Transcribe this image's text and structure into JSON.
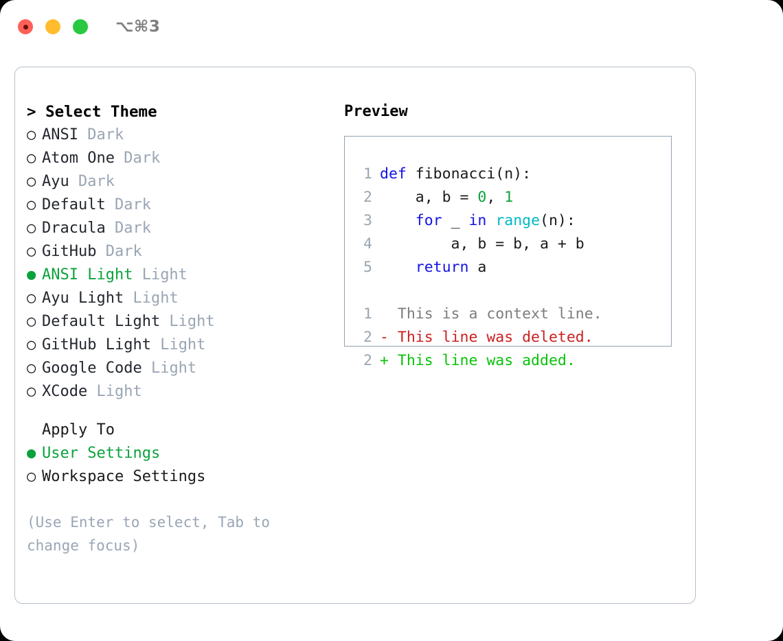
{
  "window": {
    "shortcut": "⌥⌘3",
    "traffic_lights": [
      {
        "name": "close",
        "color": "#ff6058"
      },
      {
        "name": "minimize",
        "color": "#ffbd2e"
      },
      {
        "name": "maximize",
        "color": "#28c840"
      }
    ]
  },
  "theme_panel": {
    "header": "> Select Theme",
    "selected_marker": "●",
    "unselected_marker": "○",
    "accent_color": "#0ba23c",
    "muted_color": "#9aa5b4",
    "items": [
      {
        "name": "ANSI",
        "kind": "Dark",
        "selected": false
      },
      {
        "name": "Atom One",
        "kind": "Dark",
        "selected": false
      },
      {
        "name": "Ayu",
        "kind": "Dark",
        "selected": false
      },
      {
        "name": "Default",
        "kind": "Dark",
        "selected": false
      },
      {
        "name": "Dracula",
        "kind": "Dark",
        "selected": false
      },
      {
        "name": "GitHub",
        "kind": "Dark",
        "selected": false
      },
      {
        "name": "ANSI Light",
        "kind": "Light",
        "selected": true
      },
      {
        "name": "Ayu Light",
        "kind": "Light",
        "selected": false
      },
      {
        "name": "Default Light",
        "kind": "Light",
        "selected": false
      },
      {
        "name": "GitHub Light",
        "kind": "Light",
        "selected": false
      },
      {
        "name": "Google Code",
        "kind": "Light",
        "selected": false
      },
      {
        "name": "XCode",
        "kind": "Light",
        "selected": false
      }
    ]
  },
  "apply_to": {
    "header": "Apply To",
    "options": [
      {
        "label": "User Settings",
        "selected": true
      },
      {
        "label": "Workspace Settings",
        "selected": false
      }
    ]
  },
  "hint": "(Use Enter to select, Tab to change focus)",
  "preview": {
    "title": "Preview",
    "code_lines": [
      {
        "num": "1",
        "tokens": [
          {
            "t": "def",
            "c": "kw"
          },
          {
            "t": " fibonacci(n):",
            "c": "plain"
          }
        ]
      },
      {
        "num": "2",
        "tokens": [
          {
            "t": "    a, b = ",
            "c": "plain"
          },
          {
            "t": "0",
            "c": "num"
          },
          {
            "t": ", ",
            "c": "plain"
          },
          {
            "t": "1",
            "c": "num"
          }
        ]
      },
      {
        "num": "3",
        "tokens": [
          {
            "t": "    ",
            "c": "plain"
          },
          {
            "t": "for",
            "c": "kw"
          },
          {
            "t": " _ ",
            "c": "plain"
          },
          {
            "t": "in",
            "c": "kw"
          },
          {
            "t": " ",
            "c": "plain"
          },
          {
            "t": "range",
            "c": "fn"
          },
          {
            "t": "(n):",
            "c": "plain"
          }
        ]
      },
      {
        "num": "4",
        "tokens": [
          {
            "t": "        a, b = b, a + b",
            "c": "plain"
          }
        ]
      },
      {
        "num": "5",
        "tokens": [
          {
            "t": "    ",
            "c": "plain"
          },
          {
            "t": "return",
            "c": "kw"
          },
          {
            "t": " a",
            "c": "plain"
          }
        ]
      }
    ],
    "diff_lines": [
      {
        "num": "1",
        "sign": " ",
        "text": " This is a context line.",
        "kind": "diff-ctx"
      },
      {
        "num": "2",
        "sign": "-",
        "text": " This line was deleted.",
        "kind": "diff-del"
      },
      {
        "num": "2",
        "sign": "+",
        "text": " This line was added.",
        "kind": "diff-add"
      }
    ]
  }
}
